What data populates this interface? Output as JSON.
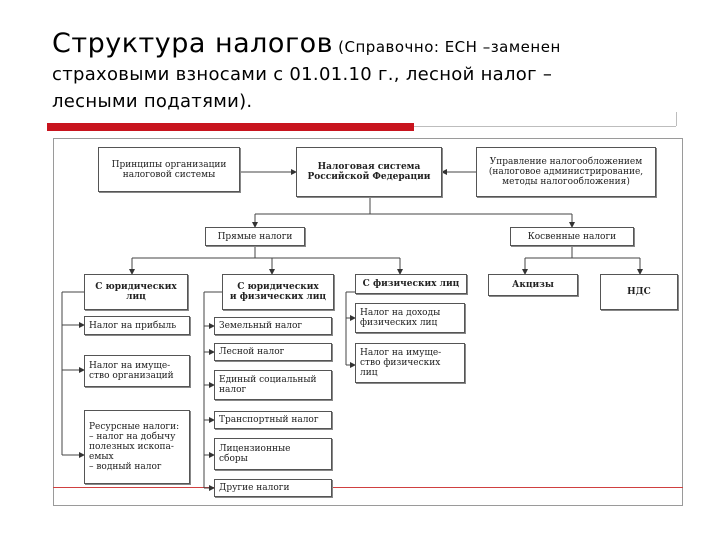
{
  "title": {
    "main": "Структура налогов",
    "sub": "(Справочно: ЕСН –заменен",
    "line2": "страховыми взносами с 01.01.10 г., лесной налог –",
    "line3": "лесными податями)."
  },
  "diagram": {
    "top": {
      "principles": "Принципы организации\nналоговой системы",
      "system": "Налоговая система\nРоссийской Федерации",
      "management": "Управление налогообложением\n(налоговое администрирование,\nметоды налогообложения)"
    },
    "direct": "Прямые налоги",
    "indirect": "Косвенные налоги",
    "legal": "С юридических\nлиц",
    "legal_physical": "С юридических\nи физических лиц",
    "physical": "С физических лиц",
    "excise": "Акцизы",
    "vat": "НДС",
    "legal_items": [
      "Налог на прибыль",
      "Налог на имуще-\nство организаций",
      "Ресурсные налоги:\n– налог на добычу\nполезных ископа-\nемых\n– водный налог"
    ],
    "mixed_items": [
      "Земельный налог",
      "Лесной налог",
      "Единый социальный\nналог",
      "Транспортный налог",
      "Лицензионные\nсборы",
      "Другие налоги"
    ],
    "physical_items": [
      "Налог на доходы\nфизических лиц",
      "Налог на имуще-\nство физических\nлиц"
    ]
  }
}
